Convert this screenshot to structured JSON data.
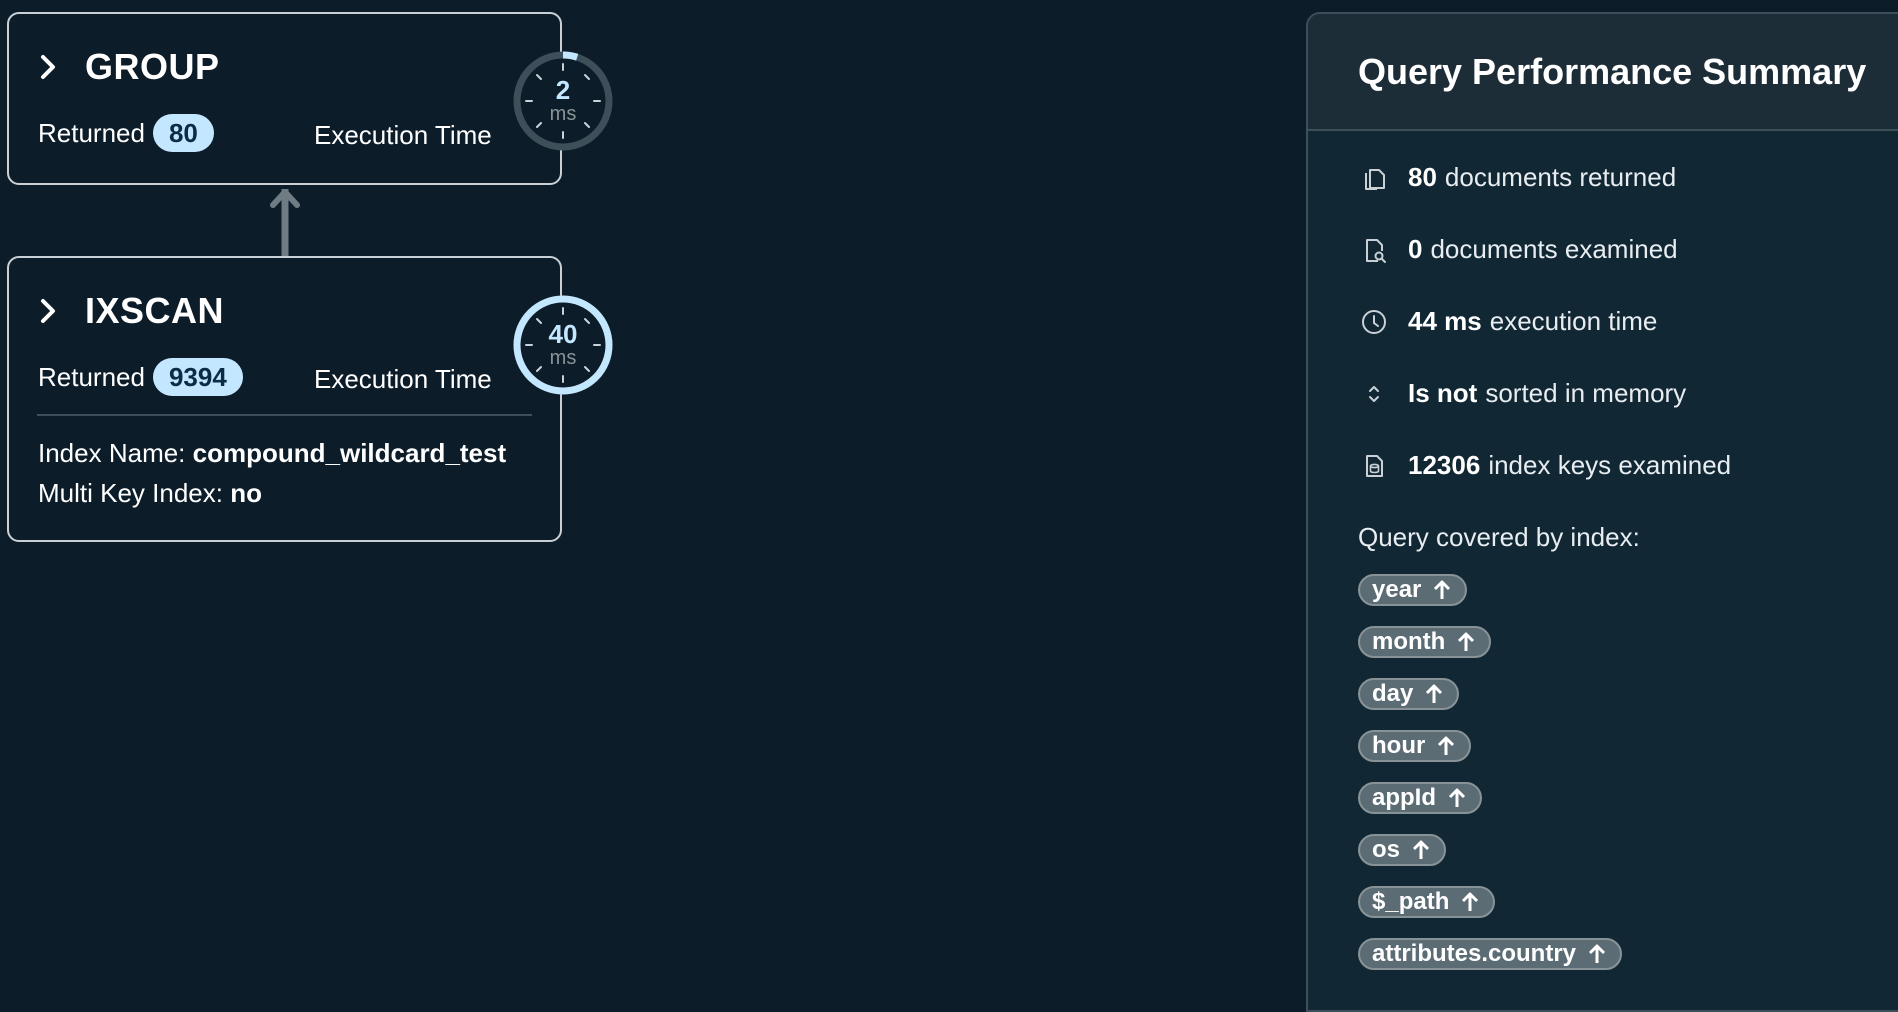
{
  "stages": [
    {
      "title": "GROUP",
      "returned_label": "Returned",
      "returned_value": "80",
      "exec_label": "Execution Time",
      "time_value": "2",
      "time_unit": "ms",
      "time_fraction": 0.05
    },
    {
      "title": "IXSCAN",
      "returned_label": "Returned",
      "returned_value": "9394",
      "exec_label": "Execution Time",
      "time_value": "40",
      "time_unit": "ms",
      "time_fraction": 1.0,
      "index_name_label": "Index Name:",
      "index_name_value": "compound_wildcard_test",
      "multikey_label": "Multi Key Index:",
      "multikey_value": "no"
    }
  ],
  "summary": {
    "title": "Query Performance Summary",
    "stats": [
      {
        "icon": "copy-documents-icon",
        "value": "80",
        "text": "documents returned"
      },
      {
        "icon": "document-search-icon",
        "value": "0",
        "text": "documents examined"
      },
      {
        "icon": "clock-icon",
        "value": "44 ms",
        "text": "execution time"
      },
      {
        "icon": "sort-icon",
        "value": "Is not",
        "text": "sorted in memory"
      },
      {
        "icon": "index-document-icon",
        "value": "12306",
        "text": "index keys examined"
      }
    ],
    "covered_label": "Query covered by index:",
    "index_fields": [
      "year",
      "month",
      "day",
      "hour",
      "appId",
      "os",
      "$_path",
      "attributes.country"
    ]
  },
  "colors": {
    "background": "#0c1c29",
    "badge": "#c3e7fe",
    "chip": "#5c6c75",
    "dial_active": "#c3e7fe",
    "dial_track": "#3d4f58"
  }
}
